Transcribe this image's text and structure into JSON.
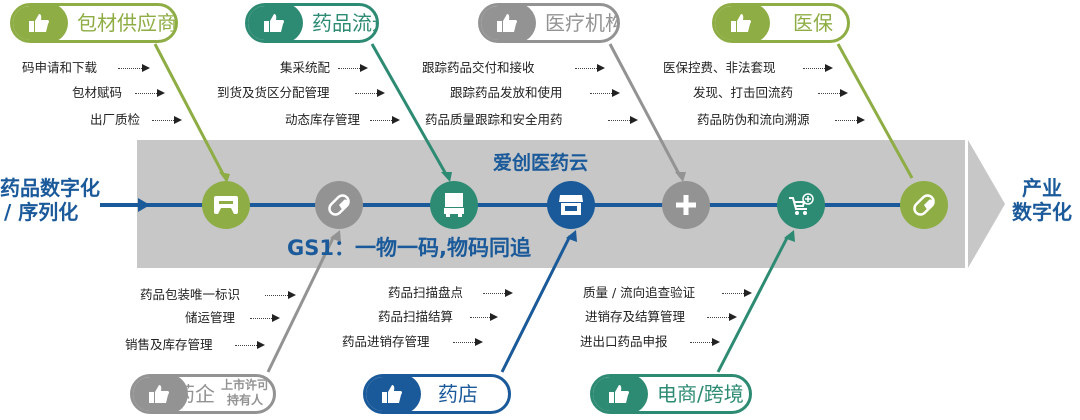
{
  "colors": {
    "olive": "#8ead45",
    "gray": "#939393",
    "teal": "#2e8b73",
    "blue": "#1b5a9a",
    "band": "#c6c7c6"
  },
  "left_label": [
    "药品数字化",
    "/ 序列化"
  ],
  "right_label": [
    "产业",
    "数字化"
  ],
  "platform_title": "爱创医药云",
  "gs1_slogan": "GS1：一物一码,物码同追",
  "top_groups": [
    {
      "label": "包材供应商",
      "icon": "thumbs-up-icon",
      "items": [
        "码申请和下载",
        "包材赋码",
        "出厂质检"
      ]
    },
    {
      "label": "药品流通",
      "icon": "thumbs-up-icon",
      "items": [
        "集采统配",
        "到货及货区分配管理",
        "动态库存管理"
      ]
    },
    {
      "label": "医疗机构",
      "icon": "thumbs-up-icon",
      "items": [
        "跟踪药品交付和接收",
        "跟踪药品发放和使用",
        "药品质量跟踪和安全用药"
      ]
    },
    {
      "label": "医保",
      "icon": "thumbs-up-icon",
      "items": [
        "医保控费、非法套现",
        "发现、打击回流药",
        "药品防伪和流向溯源"
      ]
    }
  ],
  "bottom_groups": [
    {
      "label": "药企",
      "sublabel": [
        "上市许可",
        "持有人"
      ],
      "icon": "thumbs-up-icon",
      "items": [
        "药品包装唯一标识",
        "储运管理",
        "销售及库存管理"
      ]
    },
    {
      "label": "药店",
      "icon": "thumbs-up-icon",
      "items": [
        "药品扫描盘点",
        "药品扫描结算",
        "药品进销存管理"
      ]
    },
    {
      "label": "电商/跨境",
      "icon": "thumbs-up-icon",
      "items": [
        "质量 / 流向追查验证",
        "进销存及结算管理",
        "进出口药品申报"
      ]
    }
  ],
  "nodes": [
    "cassette-icon",
    "pill-icon",
    "truck-icon",
    "store-icon",
    "plus-icon",
    "cart-plus-icon",
    "pill-icon"
  ]
}
